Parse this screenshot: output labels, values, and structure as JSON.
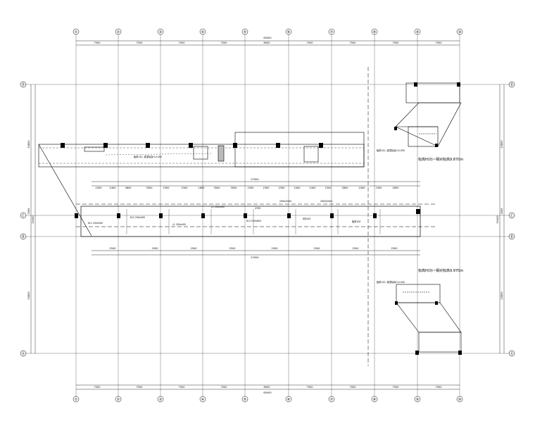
{
  "drawing": {
    "grid_columns": [
      "①",
      "②",
      "③",
      "④",
      "⑤",
      "⑥",
      "⑦",
      "⑧",
      "⑨",
      "⑩"
    ],
    "grid_rows_left": [
      "Ⓐ",
      "Ⓑ",
      "Ⓒ",
      "Ⓓ"
    ],
    "grid_rows_right": [
      "Ⓐ",
      "Ⓑ",
      "Ⓒ",
      "Ⓓ"
    ],
    "top_overall": "65000",
    "bottom_overall": "65000",
    "bay_dims": [
      "7500",
      "7500",
      "7500",
      "7500",
      "8000",
      "7500",
      "7500",
      "7500",
      "7500"
    ],
    "left_overall": "25400",
    "right_overall": "25400",
    "left_segments": [
      "10800",
      "2000",
      "1400",
      "10800"
    ],
    "right_segments": [
      "10800",
      "2000",
      "1400",
      "10800"
    ],
    "corridor_top_overall": "57900",
    "corridor_bottom_overall": "57900",
    "corridor_top_dims": [
      "2400",
      "2400",
      "3800",
      "3000",
      "2300",
      "2300",
      "1800",
      "3000",
      "3000",
      "2300",
      "2300",
      "2300",
      "2400",
      "2400",
      "2300",
      "2800",
      "2400",
      "2300",
      "2600"
    ],
    "corridor_bottom_dims": [
      "2500",
      "2500",
      "2500",
      "2500",
      "2500",
      "2500",
      "2500",
      "2500"
    ],
    "elevation_note_top": "标高H(0)~相对标高9.870m",
    "elevation_note_bottom": "标高H(0)~相对标高9.970m",
    "corridor_mid_labels": [
      "4700",
      "2900/2000",
      "2900/2000"
    ],
    "upper_bar_label": "板厚120, 梁顶标高H-0.050",
    "right_panel_label": "板厚120, 梁顶标高H-0.050",
    "small_notes": [
      "KL1 200x500",
      "KL2 200x400",
      "L1 200x400",
      "L2 200x400",
      "KL3 250x600",
      "8@200",
      "板厚100"
    ]
  }
}
